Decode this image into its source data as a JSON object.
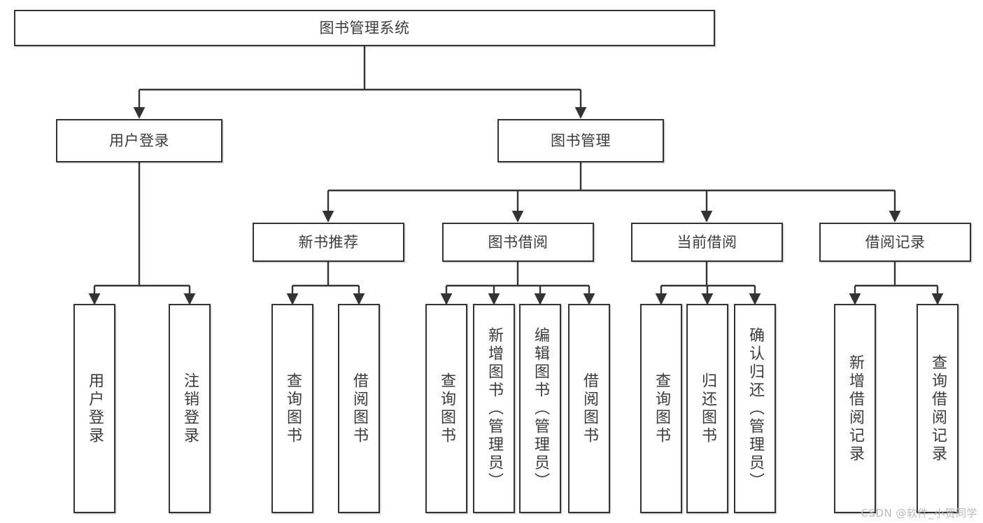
{
  "diagram": {
    "type": "tree",
    "title": "图书管理系统",
    "orientation": "top-down",
    "watermark": "CSDN @软件_小贺同学",
    "colors": {
      "box_border": "#333333",
      "box_fill": "#ffffff",
      "connector": "#333333",
      "text": "#3b3b3b",
      "watermark": "#b9b9b9"
    },
    "nodes": {
      "root": {
        "label": "图书管理系统",
        "level": 0,
        "text_direction": "horizontal"
      },
      "n_user_login": {
        "label": "用户登录",
        "level": 1,
        "text_direction": "horizontal"
      },
      "n_book_manage": {
        "label": "图书管理",
        "level": 1,
        "text_direction": "horizontal"
      },
      "n_new_book": {
        "label": "新书推荐",
        "level": 2,
        "text_direction": "horizontal"
      },
      "n_borrow": {
        "label": "图书借阅",
        "level": 2,
        "text_direction": "horizontal"
      },
      "n_current": {
        "label": "当前借阅",
        "level": 2,
        "text_direction": "horizontal"
      },
      "n_record": {
        "label": "借阅记录",
        "level": 2,
        "text_direction": "horizontal"
      },
      "l_user_login": {
        "label": "用户登录",
        "level": 3,
        "text_direction": "vertical"
      },
      "l_logout": {
        "label": "注销登录",
        "level": 3,
        "text_direction": "vertical"
      },
      "l_query_book_a": {
        "label": "查询图书",
        "level": 3,
        "text_direction": "vertical"
      },
      "l_borrow_book_a": {
        "label": "借阅图书",
        "level": 3,
        "text_direction": "vertical"
      },
      "l_query_book_b": {
        "label": "查询图书",
        "level": 3,
        "text_direction": "vertical"
      },
      "l_add_book": {
        "label": "新增图书（管理员）",
        "level": 3,
        "text_direction": "vertical"
      },
      "l_edit_book": {
        "label": "编辑图书（管理员）",
        "level": 3,
        "text_direction": "vertical"
      },
      "l_borrow_book_b": {
        "label": "借阅图书",
        "level": 3,
        "text_direction": "vertical"
      },
      "l_query_book_c": {
        "label": "查询图书",
        "level": 3,
        "text_direction": "vertical"
      },
      "l_return_book": {
        "label": "归还图书",
        "level": 3,
        "text_direction": "vertical"
      },
      "l_confirm_return": {
        "label": "确认归还（管理员）",
        "level": 3,
        "text_direction": "vertical"
      },
      "l_add_record": {
        "label": "新增借阅记录",
        "level": 3,
        "text_direction": "vertical"
      },
      "l_query_record": {
        "label": "查询借阅记录",
        "level": 3,
        "text_direction": "vertical"
      }
    },
    "edges": [
      {
        "from": "root",
        "to": "n_user_login"
      },
      {
        "from": "root",
        "to": "n_book_manage"
      },
      {
        "from": "n_user_login",
        "to": "l_user_login"
      },
      {
        "from": "n_user_login",
        "to": "l_logout"
      },
      {
        "from": "n_book_manage",
        "to": "n_new_book"
      },
      {
        "from": "n_book_manage",
        "to": "n_borrow"
      },
      {
        "from": "n_book_manage",
        "to": "n_current"
      },
      {
        "from": "n_book_manage",
        "to": "n_record"
      },
      {
        "from": "n_new_book",
        "to": "l_query_book_a"
      },
      {
        "from": "n_new_book",
        "to": "l_borrow_book_a"
      },
      {
        "from": "n_borrow",
        "to": "l_query_book_b"
      },
      {
        "from": "n_borrow",
        "to": "l_add_book"
      },
      {
        "from": "n_borrow",
        "to": "l_edit_book"
      },
      {
        "from": "n_borrow",
        "to": "l_borrow_book_b"
      },
      {
        "from": "n_current",
        "to": "l_query_book_c"
      },
      {
        "from": "n_current",
        "to": "l_return_book"
      },
      {
        "from": "n_current",
        "to": "l_confirm_return"
      },
      {
        "from": "n_record",
        "to": "l_add_record"
      },
      {
        "from": "n_record",
        "to": "l_query_record"
      }
    ]
  }
}
